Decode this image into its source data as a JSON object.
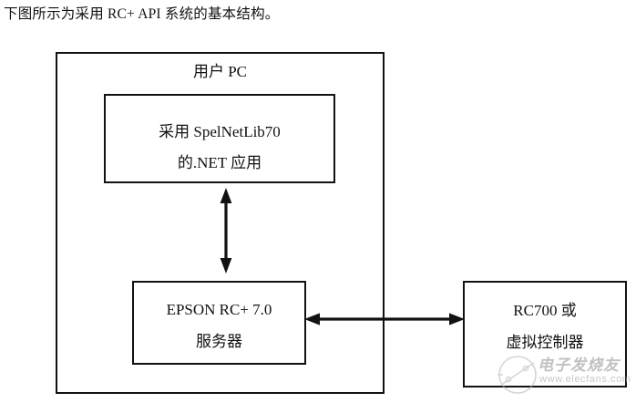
{
  "caption": "下图所示为采用 RC+ API 系统的基本结构。",
  "diagram": {
    "type": "block-diagram",
    "outer_box": {
      "label": "用户 PC",
      "name": "user-pc-container"
    },
    "boxes": [
      {
        "name": "dotnet-application-box",
        "line1": "采用 SpelNetLib70",
        "line2": "的.NET 应用"
      },
      {
        "name": "epson-rc-server-box",
        "line1": "EPSON RC+ 7.0",
        "line2": "服务器"
      },
      {
        "name": "rc700-controller-box",
        "line1": "RC700 或",
        "line2": "虚拟控制器"
      }
    ],
    "connectors": [
      {
        "name": "vertical-double-arrow",
        "orientation": "vertical",
        "style": "double-headed",
        "from": "dotnet-application-box",
        "to": "epson-rc-server-box"
      },
      {
        "name": "horizontal-double-arrow",
        "orientation": "horizontal",
        "style": "double-headed",
        "from": "epson-rc-server-box",
        "to": "rc700-controller-box"
      }
    ],
    "colors": {
      "stroke": "#121212",
      "background": "#ffffff",
      "text": "#111111"
    }
  },
  "watermark": {
    "text": "电子发烧友",
    "url": "www.elecfans.com"
  }
}
